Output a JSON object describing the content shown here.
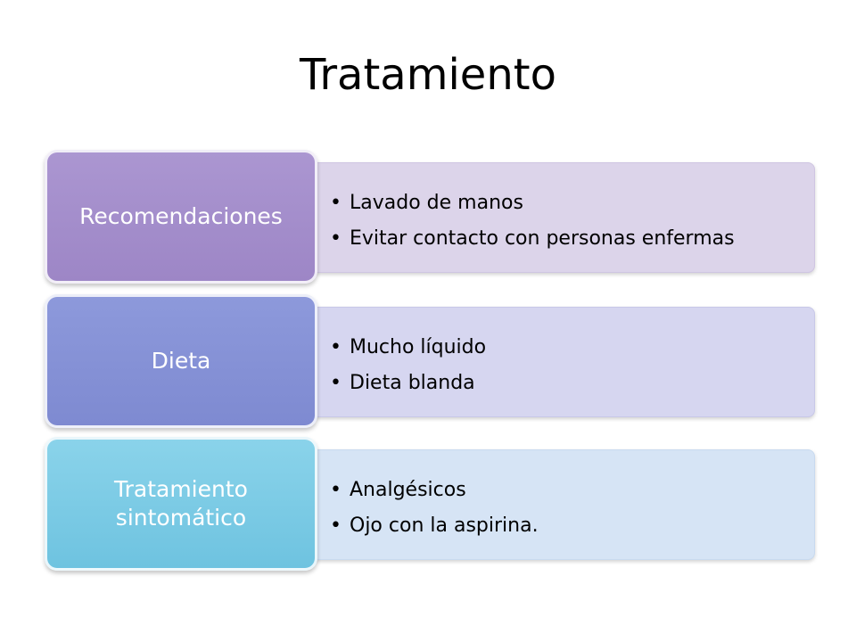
{
  "slide": {
    "title": "Tratamiento",
    "rows": [
      {
        "heading_lines": [
          "Recomendaciones"
        ],
        "bullets": [
          "Lavado de manos",
          "Evitar contacto con personas enfermas"
        ],
        "tab_color": "#a48fcc",
        "panel_color": "#dcd4ea"
      },
      {
        "heading_lines": [
          "Dieta"
        ],
        "bullets": [
          "Mucho líquido",
          "Dieta blanda"
        ],
        "tab_color": "#8692d6",
        "panel_color": "#d6d6f0"
      },
      {
        "heading_lines": [
          "Tratamiento",
          "sintomático"
        ],
        "bullets": [
          "Analgésicos",
          "Ojo con la aspirina."
        ],
        "tab_color": "#7ccbe5",
        "panel_color": "#d6e4f5"
      }
    ]
  }
}
